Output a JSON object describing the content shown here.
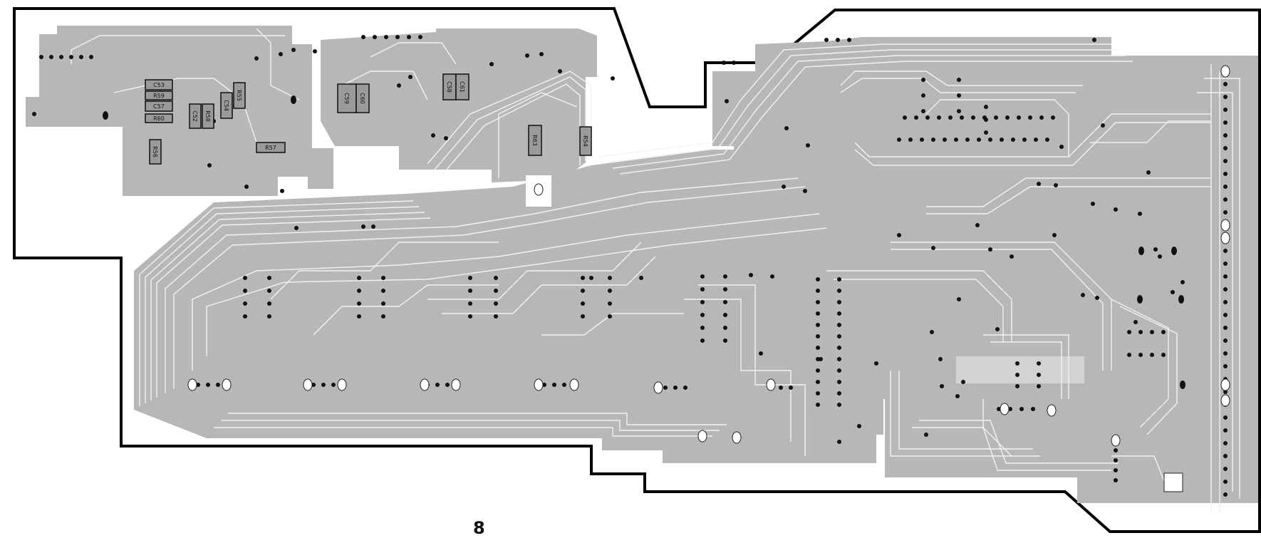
{
  "board": {
    "page_number": "8",
    "colors": {
      "copper": "#b7b7b7",
      "copper_dark": "#a3a3a3",
      "trace_gap": "#f2f2f2",
      "outline": "#000000",
      "hole": "#111111",
      "pad_white": "#ffffff"
    },
    "component_labels": [
      "C53",
      "R59",
      "C57",
      "R60",
      "C52",
      "R58",
      "C54",
      "R55",
      "R56",
      "R57",
      "C59",
      "C60",
      "C58",
      "C61",
      "R63",
      "R54"
    ]
  }
}
